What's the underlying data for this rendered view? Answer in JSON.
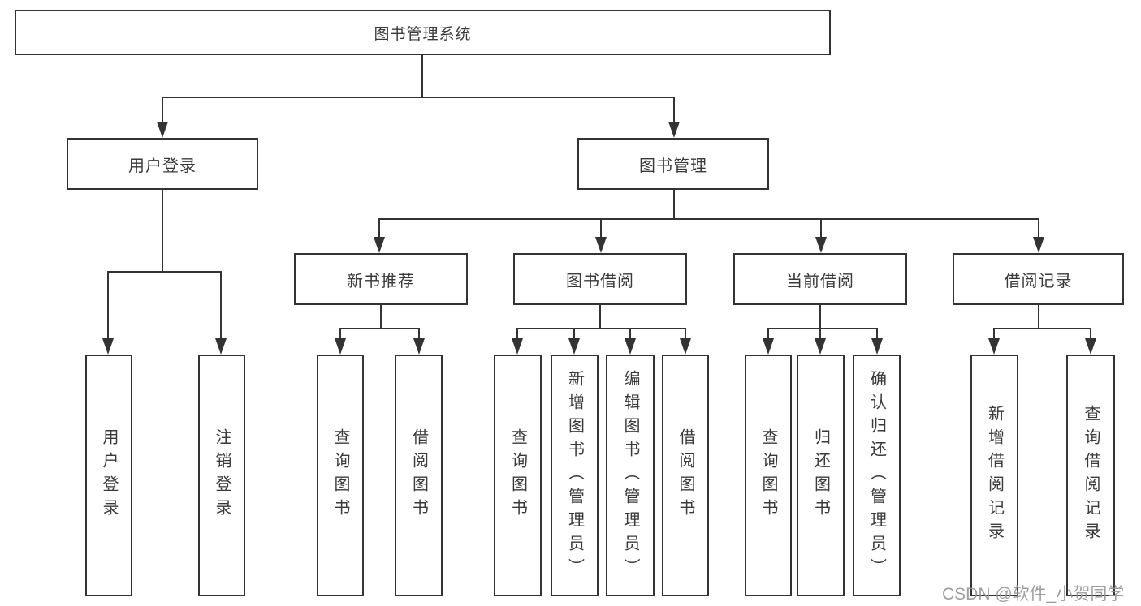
{
  "diagram": {
    "root": {
      "label": "图书管理系统"
    },
    "level2": [
      {
        "id": "user-login",
        "label": "用户登录"
      },
      {
        "id": "book-management",
        "label": "图书管理"
      }
    ],
    "level3": [
      {
        "id": "new-book-recommend",
        "label": "新书推荐"
      },
      {
        "id": "book-borrow",
        "label": "图书借阅"
      },
      {
        "id": "current-borrow",
        "label": "当前借阅"
      },
      {
        "id": "borrow-records",
        "label": "借阅记录"
      }
    ],
    "leaves": [
      {
        "group": "user-login",
        "label": "用户登录"
      },
      {
        "group": "user-login",
        "label": "注销登录"
      },
      {
        "group": "new-book-recommend",
        "label": "查询图书"
      },
      {
        "group": "new-book-recommend",
        "label": "借阅图书"
      },
      {
        "group": "book-borrow",
        "label": "查询图书"
      },
      {
        "group": "book-borrow",
        "label": "新增图书（管理员）"
      },
      {
        "group": "book-borrow",
        "label": "编辑图书（管理员）"
      },
      {
        "group": "book-borrow",
        "label": "借阅图书"
      },
      {
        "group": "current-borrow",
        "label": "查询图书"
      },
      {
        "group": "current-borrow",
        "label": "归还图书"
      },
      {
        "group": "current-borrow",
        "label": "确认归还（管理员）"
      },
      {
        "group": "borrow-records",
        "label": "新增借阅记录"
      },
      {
        "group": "borrow-records",
        "label": "查询借阅记录"
      }
    ]
  },
  "watermark": {
    "text": "CSDN @软件_小贺同学"
  }
}
